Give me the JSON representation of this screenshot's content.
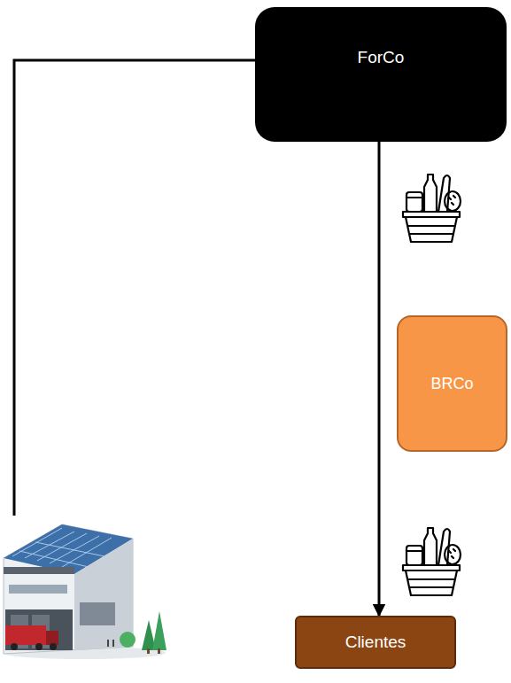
{
  "diagram": {
    "nodes": [
      {
        "text": [
          "ForCo"
        ]
      },
      {
        "text": [
          "BRCo"
        ]
      },
      {
        "text": [
          "Clientes"
        ]
      }
    ],
    "edges": [
      {
        "from": 0,
        "to": 2,
        "arrow": "to"
      }
    ]
  }
}
